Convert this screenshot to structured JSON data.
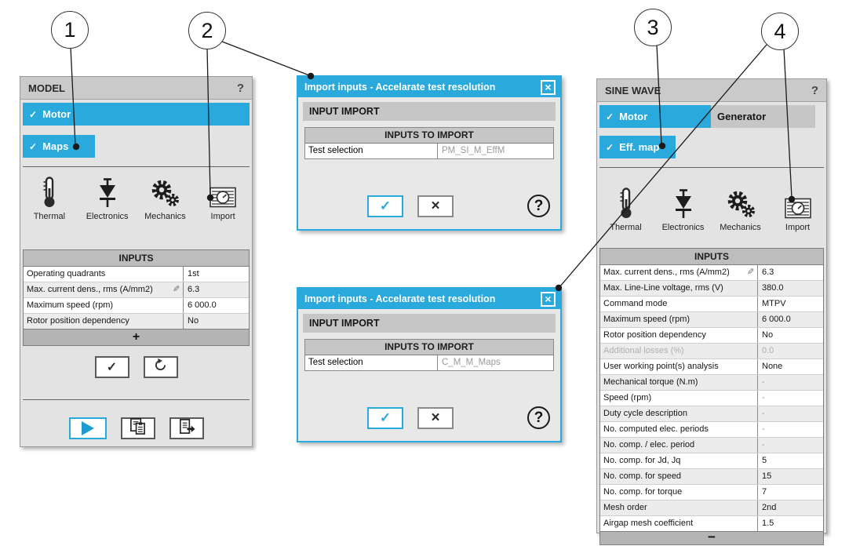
{
  "colors": {
    "accent_blue": "#29a9dc"
  },
  "glyphs": {
    "check": "✓",
    "close": "×",
    "help": "?",
    "plus": "+",
    "minus": "−",
    "pen": "✎",
    "question": "?"
  },
  "callouts": [
    {
      "label": "1"
    },
    {
      "label": "2"
    },
    {
      "label": "3"
    },
    {
      "label": "4"
    }
  ],
  "model_panel": {
    "title": "MODEL",
    "help": "?",
    "motor_tab": "Motor",
    "maps_button": "Maps",
    "icons": [
      {
        "label": "Thermal"
      },
      {
        "label": "Electronics"
      },
      {
        "label": "Mechanics"
      },
      {
        "label": "Import"
      }
    ],
    "inputs": {
      "header": "INPUTS",
      "rows": [
        {
          "label": "Operating quadrants",
          "value": "1st"
        },
        {
          "label": "Max. current dens., rms (A/mm2)",
          "value": "6.3"
        },
        {
          "label": "Maximum speed (rpm)",
          "value": "6 000.0"
        },
        {
          "label": "Rotor position dependency",
          "value": "No"
        }
      ],
      "add_label": "+"
    }
  },
  "dialog_top": {
    "title": "Import inputs - Accelarate test resolution",
    "section_header": "INPUT IMPORT",
    "table_header": "INPUTS TO IMPORT",
    "row": {
      "label": "Test selection",
      "value": "PM_SI_M_EffM"
    }
  },
  "dialog_bottom": {
    "title": "Import inputs - Accelarate test resolution",
    "section_header": "INPUT IMPORT",
    "table_header": "INPUTS TO IMPORT",
    "row": {
      "label": "Test selection",
      "value": "C_M_M_Maps"
    }
  },
  "sine_panel": {
    "title": "SINE WAVE",
    "help": "?",
    "motor_tab": "Motor",
    "generator_tab": "Generator",
    "effmap_button": "Eff. map",
    "icons": [
      {
        "label": "Thermal"
      },
      {
        "label": "Electronics"
      },
      {
        "label": "Mechanics"
      },
      {
        "label": "Import"
      }
    ],
    "inputs": {
      "header": "INPUTS",
      "rows": [
        {
          "label": "Max. current dens., rms (A/mm2)",
          "value": "6.3"
        },
        {
          "label": "Max. Line-Line voltage, rms (V)",
          "value": "380.0"
        },
        {
          "label": "Command mode",
          "value": "MTPV"
        },
        {
          "label": "Maximum speed (rpm)",
          "value": "6 000.0"
        },
        {
          "label": "Rotor position dependency",
          "value": "No"
        },
        {
          "label": "Additional losses (%)",
          "value": "0.0"
        },
        {
          "label": "User working point(s) analysis",
          "value": "None"
        },
        {
          "label": "Mechanical torque (N.m)",
          "value": "-"
        },
        {
          "label": "Speed (rpm)",
          "value": "-"
        },
        {
          "label": "Duty cycle description",
          "value": "-"
        },
        {
          "label": "No. computed elec. periods",
          "value": "-"
        },
        {
          "label": "No. comp. / elec. period",
          "value": "-"
        },
        {
          "label": "No. comp. for Jd, Jq",
          "value": "5"
        },
        {
          "label": "No. comp. for speed",
          "value": "15"
        },
        {
          "label": "No. comp. for torque",
          "value": "7"
        },
        {
          "label": "Mesh order",
          "value": "2nd"
        },
        {
          "label": "Airgap mesh coefficient",
          "value": "1.5"
        }
      ],
      "collapse_label": "−"
    }
  }
}
